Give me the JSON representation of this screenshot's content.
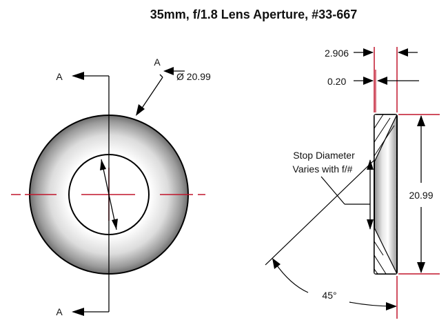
{
  "title": "35mm, f/1.8 Lens Aperture, #33-667",
  "front_view": {
    "section_label_top": "A",
    "section_label_bottom": "A",
    "leader_label": "A",
    "outer_diameter": "Ø 20.99"
  },
  "side_view": {
    "thickness_label": "2.906",
    "edge_label": "0.20",
    "height_label": "20.99",
    "note_line1": "Stop Diameter",
    "note_line2": "Varies with f/#",
    "angle_label": "45°"
  },
  "colors": {
    "centerline": "#c0142a",
    "outline": "#000000"
  }
}
